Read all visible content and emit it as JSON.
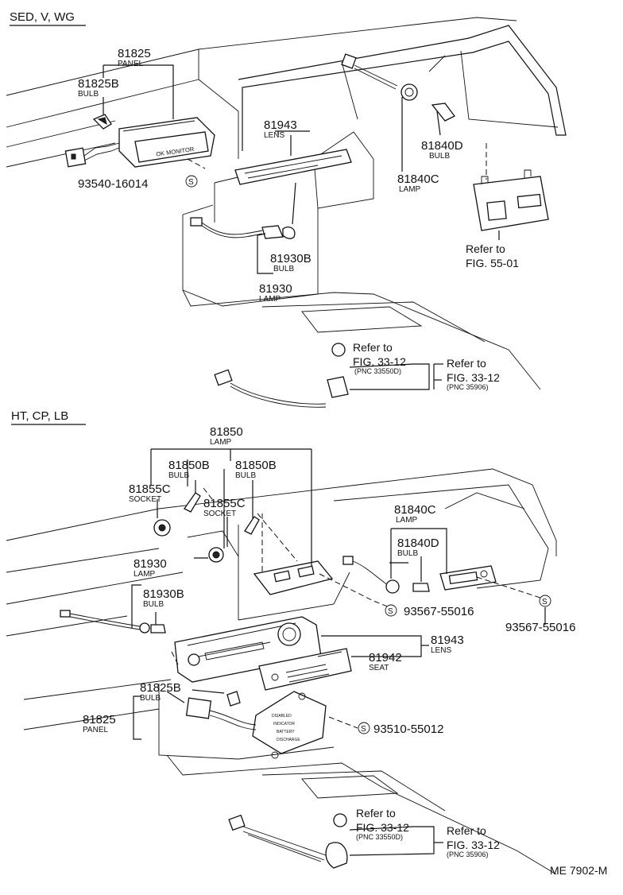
{
  "sections": {
    "top_heading": "SED, V, WG",
    "bottom_heading": "HT, CP, LB"
  },
  "top": {
    "panel_no": "81825",
    "panel_name": "PANEL",
    "bulb_no": "81825B",
    "bulb_name": "BULB",
    "panel_face": "OK MONITOR",
    "screw_no": "93540-16014",
    "lens_no": "81943",
    "lens_name": "LENS",
    "lamp_bulb_no": "81930B",
    "lamp_bulb_name": "BULB",
    "lamp_no": "81930",
    "lamp_name": "LAMP",
    "d_bulb_no": "81840D",
    "d_bulb_name": "BULB",
    "c_lamp_no": "81840C",
    "c_lamp_name": "LAMP",
    "refer1_a": "Refer to",
    "refer1_b": "FIG. 55-01",
    "refer2_a": "Refer to",
    "refer2_b": "FIG. 33-12",
    "refer2_pnc": "(PNC 33550D)",
    "refer3_a": "Refer to",
    "refer3_b": "FIG. 33-12",
    "refer3_pnc": "(PNC 35906)"
  },
  "bottom": {
    "lamp_no": "81850",
    "lamp_name": "LAMP",
    "bulb1_no": "81850B",
    "bulb1_name": "BULB",
    "bulb2_no": "81850B",
    "bulb2_name": "BULB",
    "socket1_no": "81855C",
    "socket1_name": "SOCKET",
    "socket2_no": "81855C",
    "socket2_name": "SOCKET",
    "lamp2_no": "81930",
    "lamp2_name": "LAMP",
    "lamp2_bulb_no": "81930B",
    "lamp2_bulb_name": "BULB",
    "c_lamp_no": "81840C",
    "c_lamp_name": "LAMP",
    "d_bulb_no": "81840D",
    "d_bulb_name": "BULB",
    "screw1_no": "93567-55016",
    "screw2_no": "93567-55016",
    "lens_no": "81943",
    "lens_name": "LENS",
    "seat_no": "81942",
    "seat_name": "SEAT",
    "panel_bulb_no": "81825B",
    "panel_bulb_name": "BULB",
    "panel_no": "81825",
    "panel_name": "PANEL",
    "panel_face_1": "DISABLED",
    "panel_face_2": "INDICATOR",
    "panel_face_3": "BATTERY",
    "panel_face_4": "DISCHARGE",
    "screw3_no": "93510-55012",
    "refer1_a": "Refer to",
    "refer1_b": "FIG. 33-12",
    "refer1_pnc": "(PNC 33550D)",
    "refer2_a": "Refer to",
    "refer2_b": "FIG. 33-12",
    "refer2_pnc": "(PNC 35906)"
  },
  "footer": {
    "code": "ME 7902-M"
  }
}
